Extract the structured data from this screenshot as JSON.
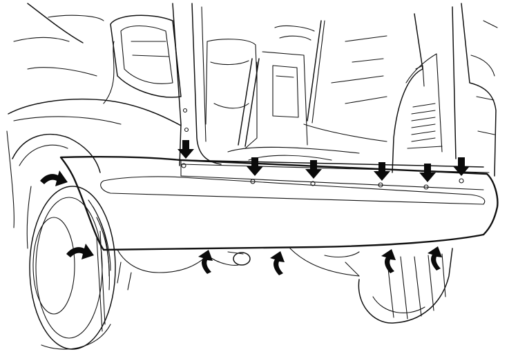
{
  "figure": {
    "subject": "rear-bumper-removal-diagram",
    "fastener_arrows": {
      "top_edge_screws": 6,
      "side_clips": 2,
      "underside_clips": 4
    },
    "colors": {
      "ink": "#111111",
      "arrow_fill": "#0a0a0a",
      "paper": "#ffffff"
    }
  }
}
